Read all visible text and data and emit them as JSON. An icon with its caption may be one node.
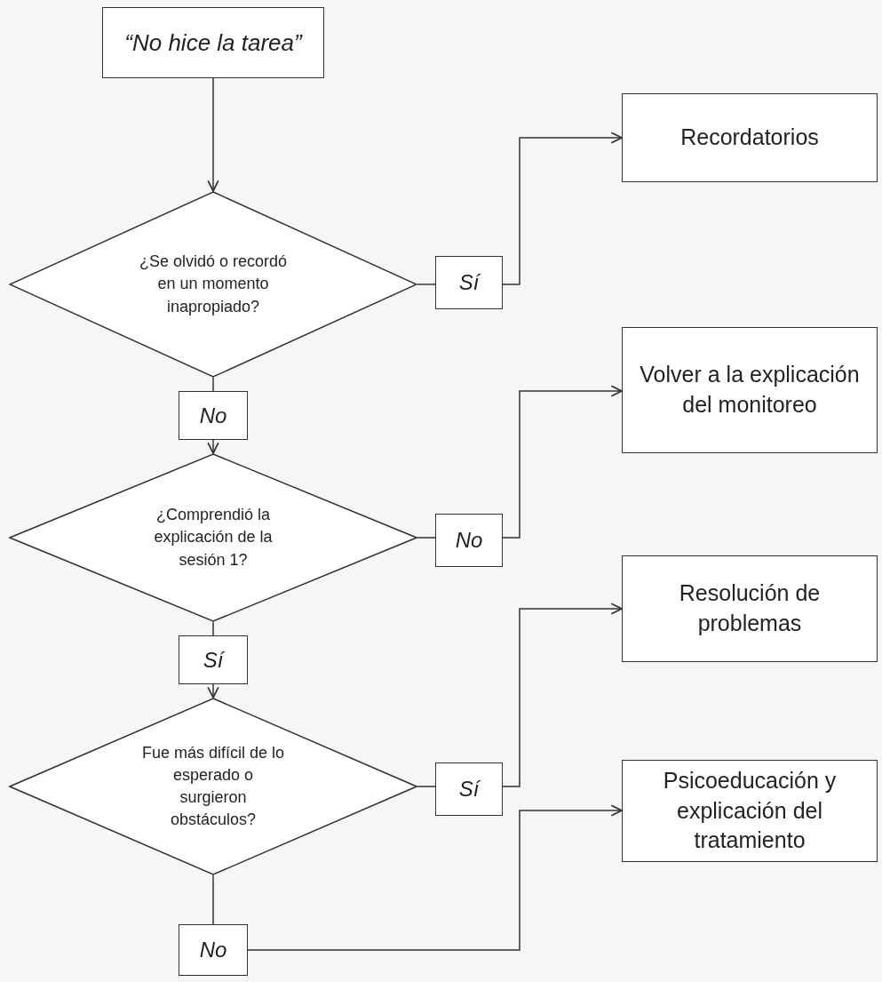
{
  "diagram": {
    "nodes": [
      {
        "text": [
          "“No hice la tarea”"
        ]
      },
      {
        "text": [
          "¿Se olvidó o recordó en un momento inapropiado?"
        ]
      },
      {
        "text": [
          "Sí"
        ]
      },
      {
        "text": [
          "Recordatorios"
        ]
      },
      {
        "text": [
          "No"
        ]
      },
      {
        "text": [
          "Volver a la explicación del monitoreo"
        ]
      },
      {
        "text": [
          "¿Comprendió la explicación de la sesión 1?"
        ]
      },
      {
        "text": [
          "No"
        ]
      },
      {
        "text": [
          "Sí"
        ]
      },
      {
        "text": [
          "Resolución de problemas"
        ]
      },
      {
        "text": [
          "Fue más difícil de lo esperado o surgieron obstáculos?"
        ]
      },
      {
        "text": [
          "Sí"
        ]
      },
      {
        "text": [
          "Psicoeducación y explicación del tratamiento"
        ]
      },
      {
        "text": [
          "No"
        ]
      }
    ],
    "edges": [
      {
        "from": 0,
        "to": 1,
        "arrow": "to"
      },
      {
        "from": 1,
        "to": 2,
        "arrow": "none"
      },
      {
        "from": 2,
        "to": 3,
        "arrow": "to"
      },
      {
        "from": 1,
        "to": 4,
        "arrow": "none"
      },
      {
        "from": 4,
        "to": 6,
        "arrow": "to"
      },
      {
        "from": 6,
        "to": 7,
        "arrow": "none"
      },
      {
        "from": 7,
        "to": 5,
        "arrow": "to"
      },
      {
        "from": 6,
        "to": 8,
        "arrow": "none"
      },
      {
        "from": 8,
        "to": 10,
        "arrow": "to"
      },
      {
        "from": 10,
        "to": 11,
        "arrow": "none"
      },
      {
        "from": 11,
        "to": 9,
        "arrow": "to"
      },
      {
        "from": 10,
        "to": 13,
        "arrow": "none"
      },
      {
        "from": 13,
        "to": 12,
        "arrow": "to"
      }
    ]
  }
}
